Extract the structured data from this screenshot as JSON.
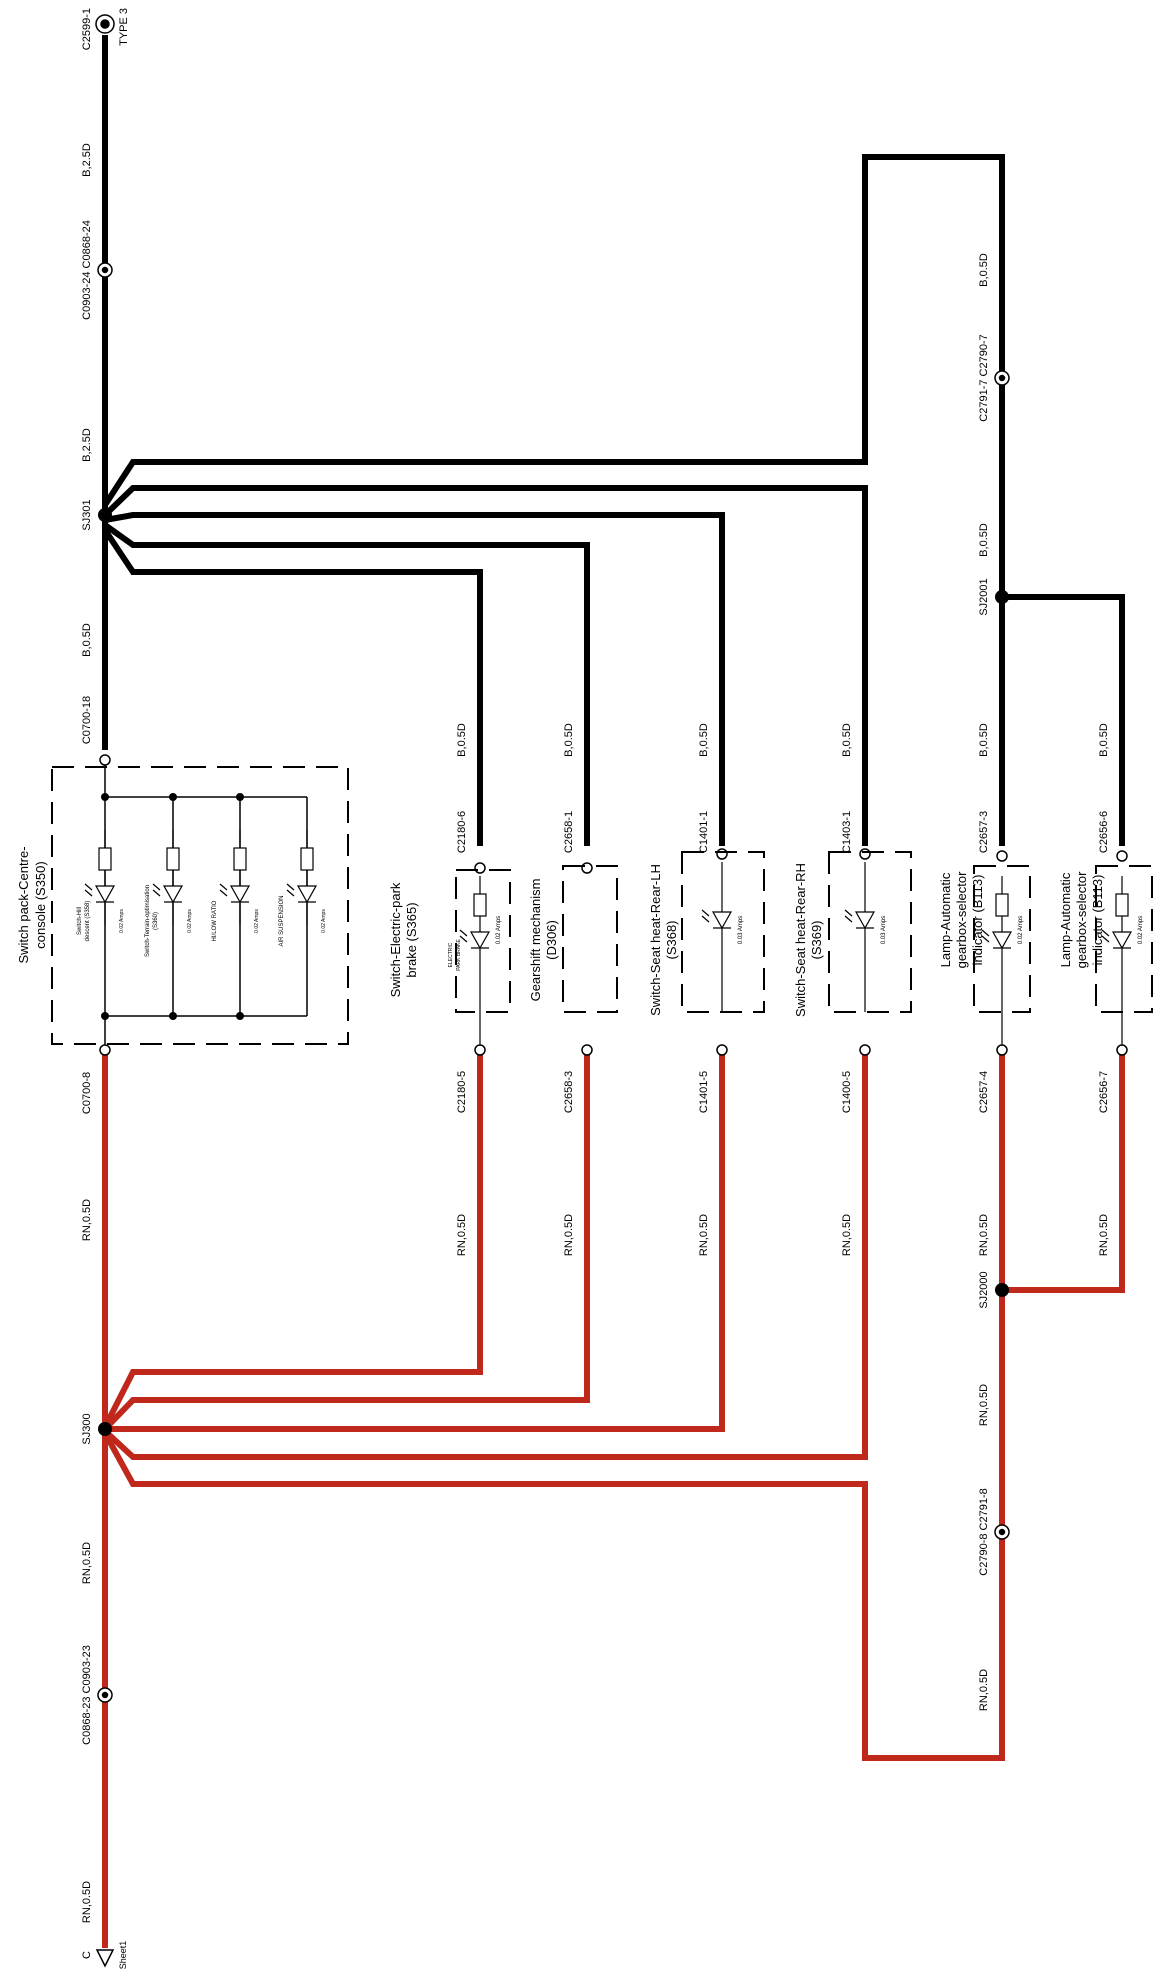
{
  "colors": {
    "ground_wire": "#000000",
    "signal_wire": "#c0281c"
  },
  "top_connector": {
    "id": "C2599-1",
    "type": "TYPE 3"
  },
  "main_ground_line": {
    "wire1": "B,2.5D",
    "inline": "C0903-24 C0868-24",
    "wire2": "B,2.5D",
    "splice": "SJ301",
    "wire3": "B,0.5D",
    "connector_in": "C0700-18"
  },
  "switch_pack": {
    "title": "Switch pack-Centre-console (S350)",
    "switch_labels": [
      "Switch-Hill descent (S358)",
      "Switch-Terrain-optimisation (S360)",
      "HI/LOW RATIO",
      "AIR SUSPENSION"
    ],
    "amps": "0.02 Amps",
    "connector_out": "C0700-8"
  },
  "components": [
    {
      "title": "Switch-Electric-park brake (S365)",
      "sub": "ELECTRIC PARK BRAKE",
      "amps": "0.02 Amps",
      "conn_top": "C2180-6",
      "conn_bot": "C2180-5",
      "wire_top": "B,0.5D",
      "wire_bot": "RN,0.5D"
    },
    {
      "title": "Gearshift mechanism (D306)",
      "sub": "",
      "amps": "",
      "conn_top": "C2658-1",
      "conn_bot": "C2658-3",
      "wire_top": "B,0.5D",
      "wire_bot": "RN,0.5D"
    },
    {
      "title": "Switch-Seat heat-Rear-LH (S368)",
      "sub": "",
      "amps": "0.03 Amps",
      "conn_top": "C1401-1",
      "conn_bot": "C1401-5",
      "wire_top": "B,0.5D",
      "wire_bot": "RN,0.5D"
    },
    {
      "title": "Switch-Seat heat-Rear-RH (S369)",
      "sub": "",
      "amps": "0.03 Amps",
      "conn_top": "C1403-1",
      "conn_bot": "C1400-5",
      "wire_top": "B,0.5D",
      "wire_bot": "RN,0.5D"
    },
    {
      "title": "Lamp-Automatic gearbox-selector indicator (B113)",
      "sub": "",
      "amps": "0.02 Amps",
      "conn_top": "C2657-3",
      "conn_bot": "C2657-4",
      "wire_top": "B,0.5D",
      "wire_bot": "RN,0.5D"
    },
    {
      "title": "Lamp-Automatic gearbox-selector indicator (B113)",
      "sub": "",
      "amps": "0.02 Amps",
      "conn_top": "C2656-6",
      "conn_bot": "C2656-7",
      "wire_top": "B,0.5D",
      "wire_bot": "RN,0.5D"
    }
  ],
  "right_ground": {
    "wire_a": "B,0.5D",
    "inline": "C2791-7 C2790-7",
    "wire_b": "B,0.5D",
    "splice": "SJ2001"
  },
  "right_signal": {
    "splice": "SJ2000",
    "wire_a": "RN,0.5D",
    "inline": "C2790-8 C2791-8",
    "wire_b": "RN,0.5D"
  },
  "main_signal_line": {
    "wire1": "RN,0.5D",
    "splice": "SJ300",
    "wire2": "RN,0.5D",
    "inline": "C0868-23 C0903-23",
    "wire3": "RN,0.5D",
    "end_pin": "C",
    "sheet": "Sheet1"
  }
}
